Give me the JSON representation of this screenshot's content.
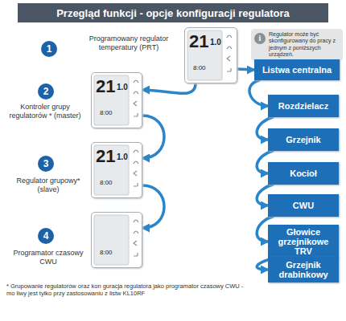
{
  "diagram": {
    "title": "Przegląd funkcji - opcje konfiguracji regulatora",
    "nodes": [
      {
        "text": [
          "Przegląd funkcji - opcje konfiguracji regulatora"
        ]
      },
      {
        "text": [
          "1"
        ]
      },
      {
        "text": [
          "21",
          "1.0",
          "8:00"
        ]
      },
      {
        "text": [
          "Regulator może być skonfigurowany do pracy z jednym z poniższych urządzeń."
        ]
      },
      {
        "text": [
          "Listwa centralna"
        ]
      },
      {
        "text": [
          "2"
        ]
      },
      {
        "text": [
          "21",
          "1.0",
          "8:00"
        ]
      },
      {
        "text": [
          "Rozdzielacz"
        ]
      },
      {
        "text": [
          "Grzejnik"
        ]
      },
      {
        "text": [
          "3"
        ]
      },
      {
        "text": [
          "21",
          "1.0",
          "8:00"
        ]
      },
      {
        "text": [
          "Kocioł"
        ]
      },
      {
        "text": [
          "CWU"
        ]
      },
      {
        "text": [
          "4"
        ]
      },
      {
        "text": [
          "8:00"
        ]
      },
      {
        "text": [
          "Głowice grzejnikowe TRV"
        ]
      },
      {
        "text": [
          "Grzejnik drabinkowy"
        ]
      }
    ],
    "edges": [
      {
        "from": 2,
        "to": 4,
        "arrow": "to"
      },
      {
        "from": 2,
        "to": 6,
        "arrow": "to"
      },
      {
        "from": 6,
        "to": 10,
        "arrow": "to"
      },
      {
        "from": 10,
        "to": 14,
        "arrow": "to"
      },
      {
        "from": 4,
        "to": 7,
        "arrow": "to"
      },
      {
        "from": 7,
        "to": 8,
        "arrow": "to"
      },
      {
        "from": 8,
        "to": 11,
        "arrow": "to"
      },
      {
        "from": 11,
        "to": 12,
        "arrow": "to"
      },
      {
        "from": 12,
        "to": 15,
        "arrow": "to"
      },
      {
        "from": 15,
        "to": 16,
        "arrow": "to"
      }
    ],
    "labels": [
      "Programowany regulator temperatury (PRT)",
      "Kontroler grupy regulatorów * (master)",
      "Regulator grupowy* (slave)",
      "Programator czasowy CWU",
      "i",
      "* Grupowanie regulatorów oraz kon guracja regulatora jako programator czasowy CWU - mo liwy jest tylko przy zastosowaniu z listw  KL10RF"
    ]
  }
}
